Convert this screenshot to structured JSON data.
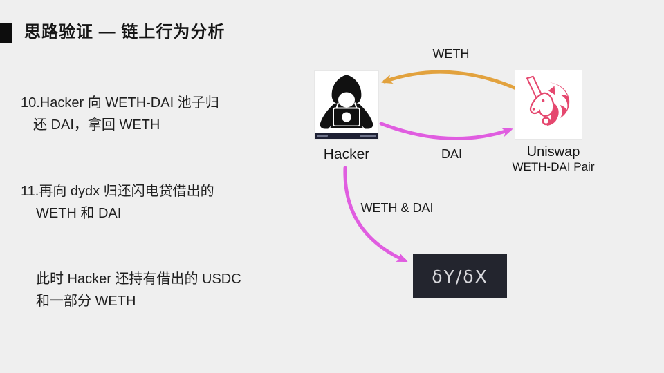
{
  "slide": {
    "title": "思路验证 — 链上行为分析",
    "bullets": {
      "step10": {
        "line1": "10.Hacker 向 WETH-DAI 池子归",
        "line2": "还 DAI，拿回 WETH"
      },
      "step11": {
        "line1": "11.再向 dydx 归还闪电贷借出的",
        "line2": "WETH 和 DAI"
      },
      "note": {
        "line1": "此时 Hacker 还持有借出的 USDC",
        "line2": "和一部分 WETH"
      }
    }
  },
  "diagram": {
    "nodes": {
      "hacker": {
        "label": "Hacker"
      },
      "uniswap": {
        "label": "Uniswap",
        "sublabel": "WETH-DAI Pair"
      },
      "formula": {
        "label": "δY/δX"
      }
    },
    "edges": {
      "weth": {
        "label": "WETH",
        "from": "uniswap",
        "to": "hacker"
      },
      "dai": {
        "label": "DAI",
        "from": "hacker",
        "to": "uniswap"
      },
      "wethdai": {
        "label": "WETH & DAI",
        "from": "hacker",
        "to": "formula"
      }
    }
  },
  "colors": {
    "background": "#efefef",
    "text": "#1c1c1c",
    "orange_arrow": "#e2a23e",
    "pink_arrow": "#e05de0",
    "formula_box_bg": "#23252e",
    "formula_text": "#d8d8dc",
    "uniswap_pink": "#e5486f",
    "hacker_icon": "#111111",
    "watermark_bar": "#1e2134"
  }
}
